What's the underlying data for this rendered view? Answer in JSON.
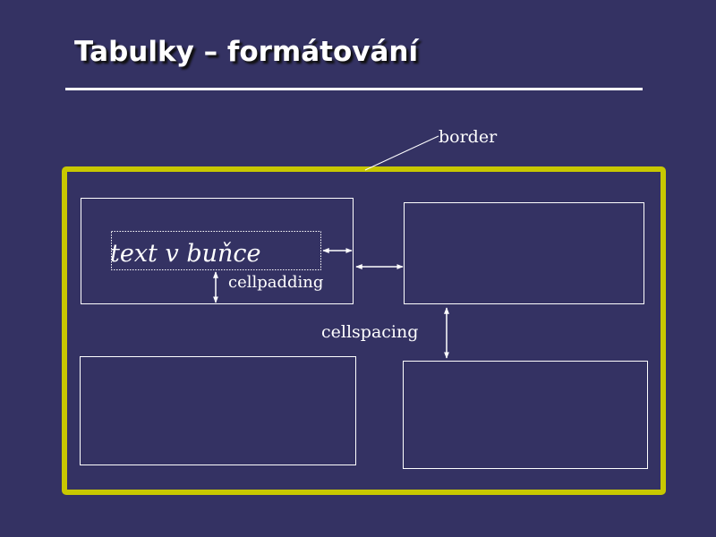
{
  "slide": {
    "title": "Tabulky – formátování"
  },
  "diagram": {
    "cell_text": "text v buňce",
    "labels": {
      "border": "border",
      "cellpadding": "cellpadding",
      "cellspacing": "cellspacing"
    },
    "colors": {
      "background": "#343263",
      "border": "#c8c800",
      "lines": "#ffffff"
    }
  }
}
